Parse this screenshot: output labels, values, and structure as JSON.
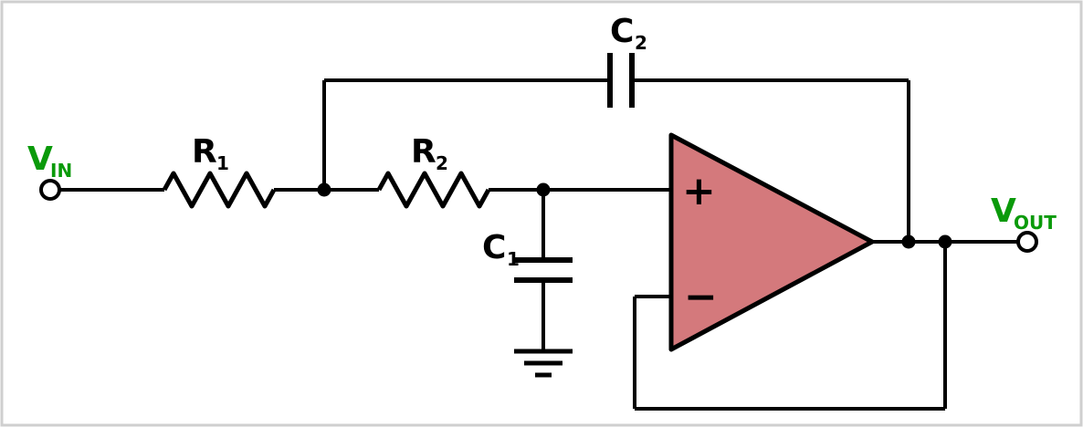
{
  "diagram": {
    "kind": "op-amp active low-pass filter circuit schematic",
    "colors": {
      "wire": "#000000",
      "opamp_fill": "#d4797c",
      "io_label": "#0a9a0a",
      "component_label": "#000000",
      "background": "#ffffff",
      "border": "#cfcfcf"
    },
    "labels": {
      "vin": {
        "main": "V",
        "sub": "IN"
      },
      "vout": {
        "main": "V",
        "sub": "OUT"
      },
      "r1": {
        "main": "R",
        "sub": "1"
      },
      "r2": {
        "main": "R",
        "sub": "2"
      },
      "c1": {
        "main": "C",
        "sub": "1"
      },
      "c2": {
        "main": "C",
        "sub": "2"
      },
      "opamp": {
        "plus": "+",
        "minus": "−"
      }
    }
  }
}
